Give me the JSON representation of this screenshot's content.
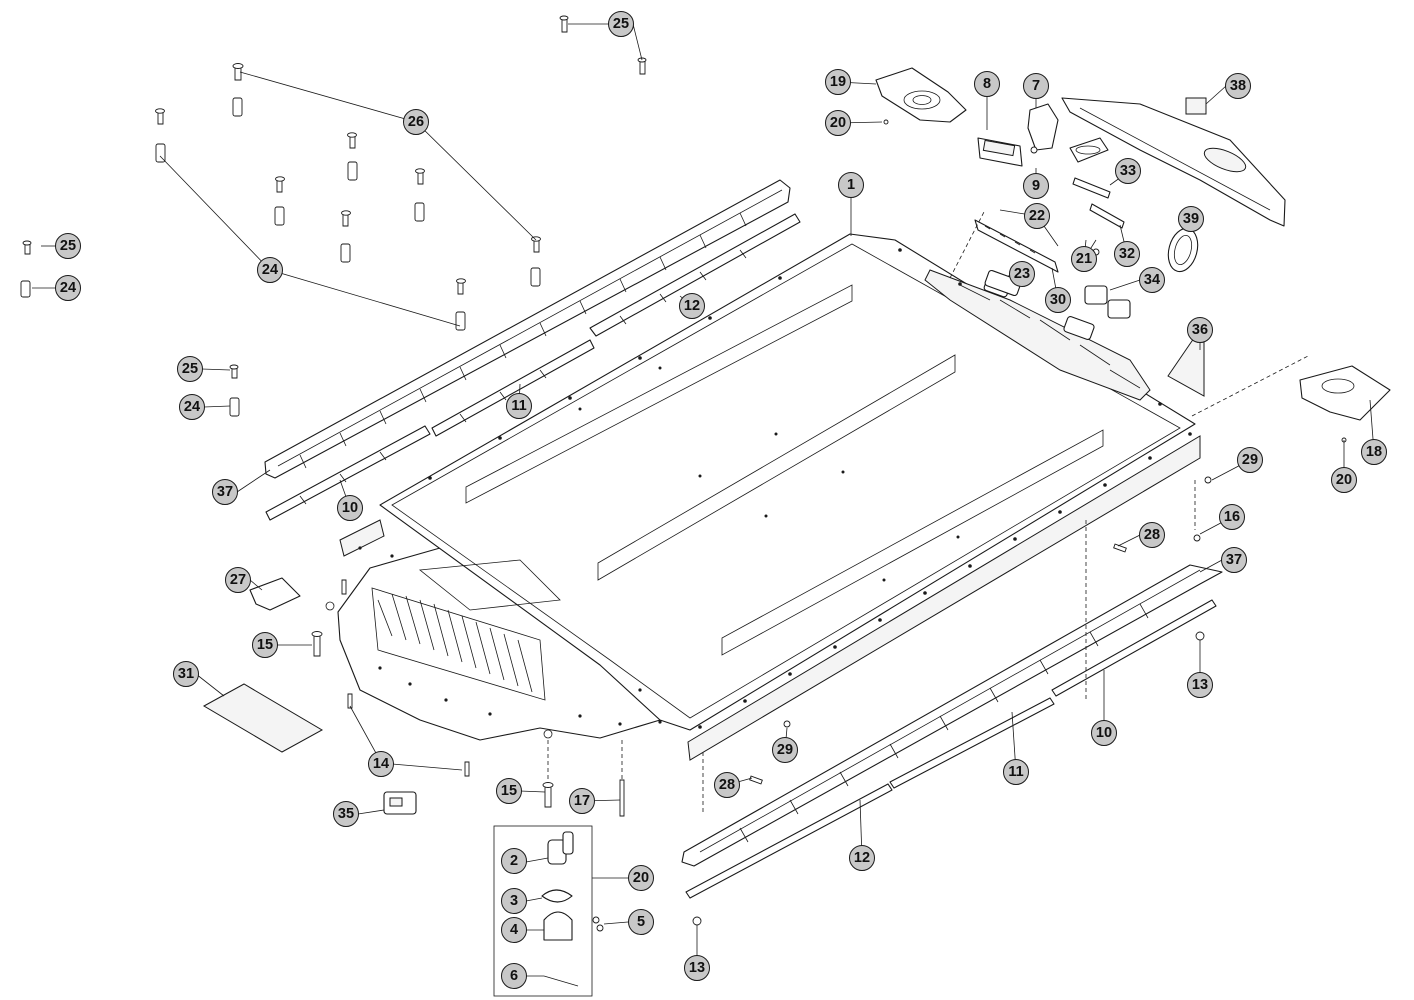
{
  "callouts": {
    "c1": "1",
    "c2": "2",
    "c3": "3",
    "c4": "4",
    "c5": "5",
    "c6": "6",
    "c7": "7",
    "c8": "8",
    "c9": "9",
    "c10a": "10",
    "c10b": "10",
    "c11a": "11",
    "c11b": "11",
    "c12a": "12",
    "c12b": "12",
    "c13a": "13",
    "c13b": "13",
    "c14": "14",
    "c15a": "15",
    "c15b": "15",
    "c16": "16",
    "c17": "17",
    "c18": "18",
    "c19": "19",
    "c20a": "20",
    "c20b": "20",
    "c20c": "20",
    "c21": "21",
    "c22": "22",
    "c23": "23",
    "c24a": "24",
    "c24b": "24",
    "c24c": "24",
    "c25a": "25",
    "c25b": "25",
    "c25c": "25",
    "c26": "26",
    "c27": "27",
    "c28a": "28",
    "c28b": "28",
    "c29a": "29",
    "c29b": "29",
    "c30": "30",
    "c31": "31",
    "c32": "32",
    "c33": "33",
    "c34": "34",
    "c35": "35",
    "c36": "36",
    "c37a": "37",
    "c37b": "37",
    "c38": "38",
    "c39": "39"
  },
  "colors": {
    "callout_fill": "#c8c8c8",
    "line": "#1a1a1a",
    "background": "#ffffff"
  }
}
